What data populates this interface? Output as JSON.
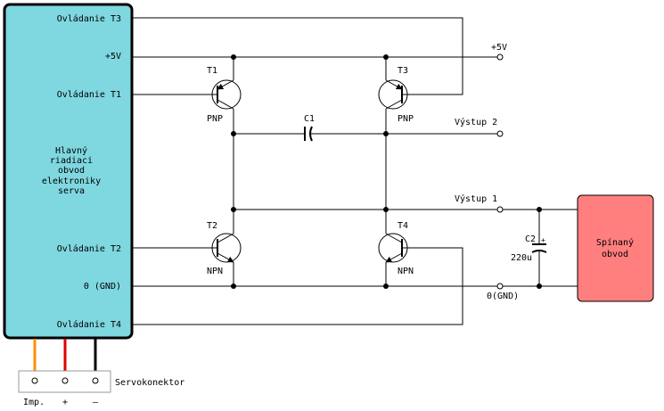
{
  "controller": {
    "title_lines": [
      "Hlavný",
      "riadiaci",
      "obvod",
      "elektroniky",
      "serva"
    ],
    "pins": {
      "ctrl_t3": "Ovládanie T3",
      "vcc": "+5V",
      "ctrl_t1": "Ovládanie T1",
      "ctrl_t2": "Ovládanie T2",
      "gnd": "0 (GND)",
      "ctrl_t4": "Ovládanie T4"
    },
    "fill_color": "#7fd7e0"
  },
  "transistors": [
    {
      "name": "T1",
      "type": "PNP"
    },
    {
      "name": "T3",
      "type": "PNP"
    },
    {
      "name": "T2",
      "type": "NPN"
    },
    {
      "name": "T4",
      "type": "NPN"
    }
  ],
  "capacitors": {
    "c1": {
      "name": "C1"
    },
    "c2": {
      "name": "C2",
      "value": "220u"
    }
  },
  "outputs": {
    "vcc": "+5V",
    "out2": "Výstup 2",
    "out1": "Výstup 1",
    "gnd": "0(GND)"
  },
  "switched_block": {
    "lines": [
      "Spínaný",
      "obvod"
    ],
    "fill_color": "#ff7f7f"
  },
  "servo_connector": {
    "label": "Servokonektor",
    "pins": [
      "Imp.",
      "+",
      "–"
    ],
    "wire_colors": [
      "#ff8c00",
      "#e00000",
      "#000000"
    ]
  }
}
